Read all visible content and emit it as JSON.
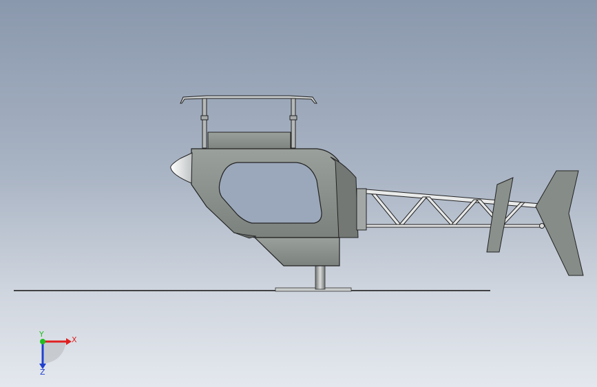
{
  "view": {
    "background_top": "#8a98ad",
    "background_bottom": "#e4e8ee"
  },
  "model": {
    "body_color": "#8e938f",
    "body_dark": "#5f6462",
    "edge_color": "#1a1a1a",
    "tube_color": "#e8e8e8",
    "fin_color": "#7f8580"
  },
  "triad": {
    "x_label": "X",
    "y_label": "Y",
    "z_label": "Z",
    "x_color": "#e02020",
    "y_color": "#20c020",
    "z_color": "#2040d0"
  }
}
